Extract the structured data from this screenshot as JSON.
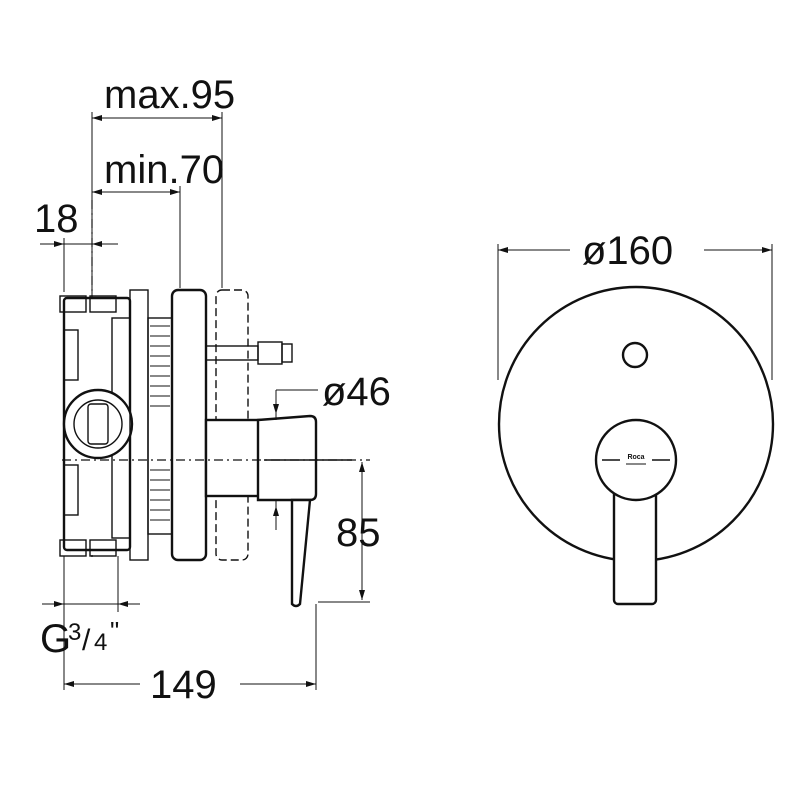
{
  "dimensions": {
    "max_depth": "max.95",
    "min_depth": "min.70",
    "wall_offset": "18",
    "inlet_thread": "G",
    "inlet_thread_fraction_num": "3",
    "inlet_thread_fraction_den": "4",
    "inlet_thread_suffix": "\"",
    "total_depth": "149",
    "lever_height": "85",
    "spout_diameter": "ø46",
    "plate_diameter": "ø160"
  },
  "logo": {
    "brand": "Roca"
  }
}
